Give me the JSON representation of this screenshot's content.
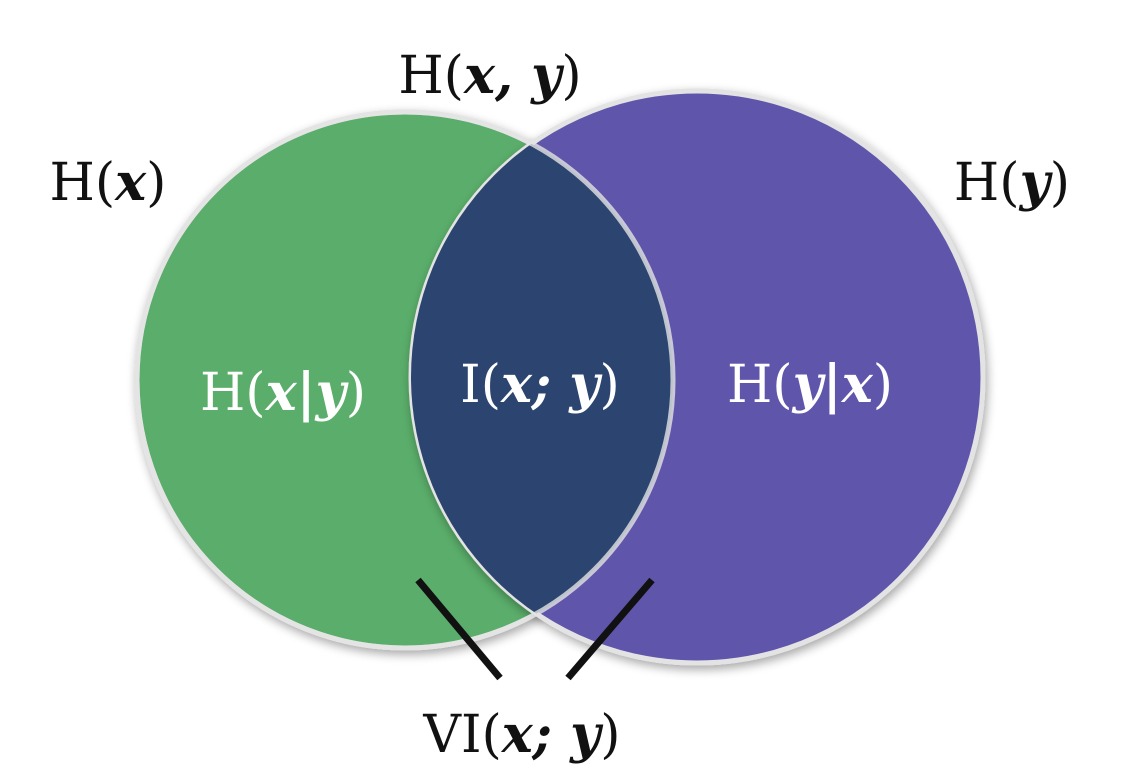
{
  "diagram": {
    "colors": {
      "set_x": "#5aad6a",
      "set_y": "#5e57ab",
      "intersection": "#2c4570",
      "outline": "#e3e3e3",
      "connector": "#111111"
    },
    "labels": {
      "joint": {
        "prefix": "H(",
        "math": "x, y",
        "suffix": ")"
      },
      "h_x": {
        "prefix": "H(",
        "math": "x",
        "suffix": ")"
      },
      "h_y": {
        "prefix": "H(",
        "math": "y",
        "suffix": ")"
      },
      "h_x_given_y": {
        "prefix": "H(",
        "math": "x|y",
        "suffix": ")"
      },
      "mutual_info": {
        "prefix": "I(",
        "math": "x; y",
        "suffix": ")"
      },
      "h_y_given_x": {
        "prefix": "H(",
        "math": "y|x",
        "suffix": ")"
      },
      "variation_of_info": {
        "prefix": "VI(",
        "math": "x; y",
        "suffix": ")"
      }
    }
  }
}
